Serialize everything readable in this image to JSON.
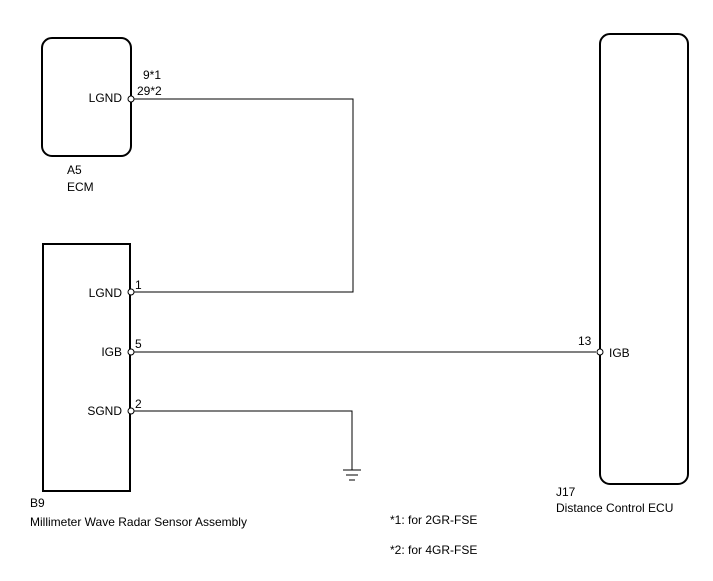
{
  "components": {
    "ecm": {
      "code": "A5",
      "name": "ECM",
      "terminal": "LGND",
      "pin_1": "9*1",
      "pin_2": "29*2"
    },
    "radar": {
      "code": "B9",
      "name": "Millimeter Wave Radar Sensor Assembly",
      "terminals": [
        {
          "label": "LGND",
          "pin": "1"
        },
        {
          "label": "IGB",
          "pin": "5"
        },
        {
          "label": "SGND",
          "pin": "2"
        }
      ]
    },
    "distance_ecu": {
      "code": "J17",
      "name": "Distance Control ECU",
      "terminal": "IGB",
      "pin": "13"
    }
  },
  "notes": [
    "*1: for 2GR-FSE",
    "*2: for 4GR-FSE"
  ]
}
